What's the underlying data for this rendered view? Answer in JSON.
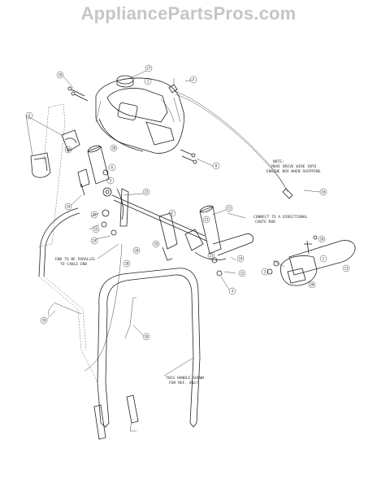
{
  "watermark": "AppliancePartsPros.com",
  "notes": {
    "note_header": "NOTE:",
    "note_line1": "MOVE DRIVE WIRE INTO",
    "note_line2": "ENGINE BOX WHEN SHIPPING",
    "connect_line1": "CONNECT TO A DIRECTIONAL",
    "connect_line2": "CHUTE ROD",
    "parallel_line1": "END TO BE PARALLEL",
    "parallel_line2": "TO CABLE END",
    "handle_line1": "THIS HANDLE SHOWN",
    "handle_line2": "FOR REF. ONLY"
  }
}
